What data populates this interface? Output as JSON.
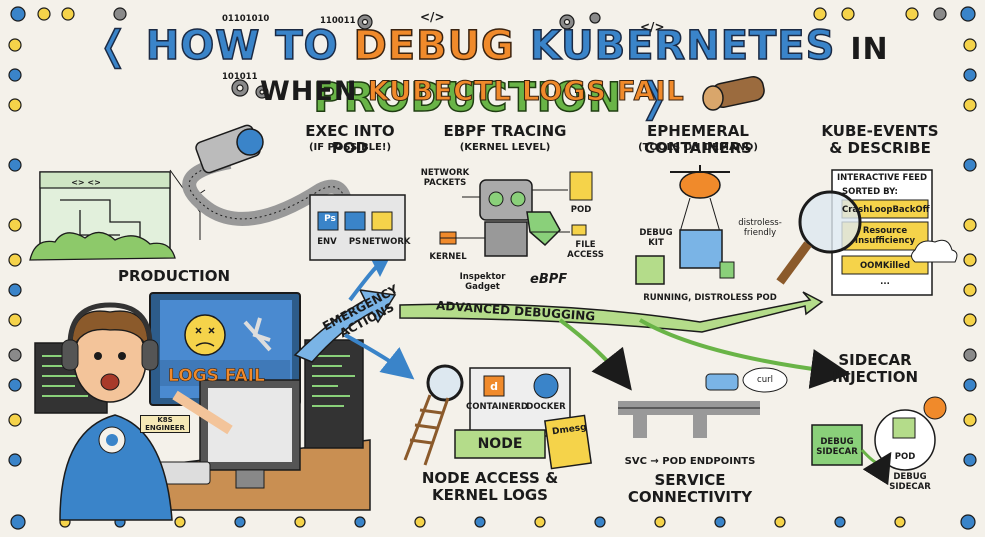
{
  "title": {
    "open_bracket": "❬",
    "how_to": "HOW TO",
    "debug": "DEBUG",
    "kubernetes": "KUBERNETES",
    "in": "IN",
    "production": "PRODUCTION",
    "close_bracket": "❭",
    "when": "WHEN",
    "kubectl_logs_fail": "KUBECTL LOGS FAIL"
  },
  "deco": {
    "binary1": "01101010",
    "binary2": "101011",
    "binary3": "110011",
    "code_tag1": "</>",
    "code_tag2": "</>"
  },
  "left_scene": {
    "production_label": "PRODUCTION",
    "monitor_text": "LOGS FAIL",
    "shirt_badge": "K8S ENGINEER",
    "cluster_tag": "<> <>"
  },
  "main_arrows": {
    "emergency": "EMERGENCY ACTIONS",
    "advanced": "ADVANCED DEBUGGING"
  },
  "exec": {
    "title": "EXEC INTO POD",
    "subtitle": "(IF POSSIBLE!)",
    "env": "ENV",
    "ps_icon": "Ps",
    "ps": "PS",
    "network": "NETWORK"
  },
  "ebpf": {
    "title": "EBPF TRACING",
    "subtitle": "(KERNEL LEVEL)",
    "network_packets": "NETWORK PACKETS",
    "kernel": "KERNEL",
    "pod": "POD",
    "file_access": "FILE ACCESS",
    "inspektor": "Inspektor Gadget",
    "ebpf_logo": "eBPF"
  },
  "ephemeral": {
    "title": "EPHEMERAL CONTAINERS",
    "subtitle": "(TOOLS ON DEMAND)",
    "debug_kit": "DEBUG KIT",
    "distroless": "distroless-friendly",
    "running": "RUNNING, DISTROLESS POD"
  },
  "events": {
    "title": "KUBE-EVENTS & DESCRIBE",
    "feed_title": "INTERACTIVE FEED",
    "sorted_by": "SORTED BY:",
    "items": [
      "CrashLoopBackOff",
      "Resource Insufficiency",
      "OOMKilled"
    ],
    "more": "..."
  },
  "sidecar": {
    "title": "SIDECAR INJECTION",
    "box": "DEBUG SIDECAR",
    "pod": "POD",
    "caption": "DEBUG SIDECAR"
  },
  "node": {
    "title": "NODE ACCESS & KERNEL LOGS",
    "containerd_icon": "d",
    "containerd": "CONTAINERD",
    "docker": "DOCKER",
    "node_label": "NODE",
    "dmesg": "Dmesg"
  },
  "service": {
    "title": "SERVICE CONNECTIVITY",
    "curl": "curl",
    "endpoints": "SVC → POD ENDPOINTS"
  },
  "colors": {
    "background": "#f4f1ea",
    "blue": "#3a84c9",
    "orange": "#f08a2b",
    "green": "#69b447",
    "ink": "#1b1b1b"
  }
}
